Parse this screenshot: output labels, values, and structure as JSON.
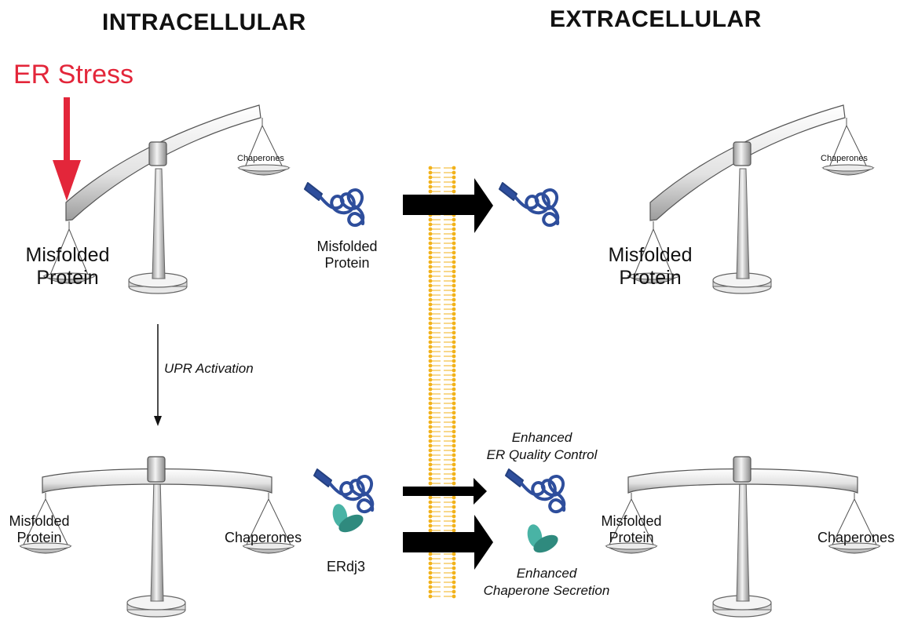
{
  "headers": {
    "left": "INTRACELLULAR",
    "right": "EXTRACELLULAR"
  },
  "stress": {
    "label": "ER Stress",
    "color": "#e3263a"
  },
  "colors": {
    "protein": "#2e4e9c",
    "erdj3": "#3aa79a",
    "membrane": "#f2b21a",
    "arrow": "#000000",
    "scale": "#c9c9c9"
  },
  "top_left_scale": {
    "light_pan_label": "Chaperones",
    "heavy_pan_label": [
      "Misfolded",
      "Protein"
    ]
  },
  "top_right_scale": {
    "light_pan_label": "Chaperones",
    "heavy_pan_label": [
      "Misfolded",
      "Protein"
    ]
  },
  "bottom_left_scale": {
    "left_pan_label": [
      "Misfolded",
      "Protein"
    ],
    "right_pan_label": "Chaperones"
  },
  "bottom_right_scale": {
    "left_pan_label": [
      "Misfolded",
      "Protein"
    ],
    "right_pan_label": "Chaperones"
  },
  "upr_label": "UPR Activation",
  "misfolded_protein_label": [
    "Misfolded",
    "Protein"
  ],
  "erdj3_label": "ERdj3",
  "quality_control_label": [
    "Enhanced",
    "ER Quality Control"
  ],
  "chaperone_secretion_label": [
    "Enhanced",
    "Chaperone Secretion"
  ],
  "icons": [
    "misfolded-protein-icon",
    "erdj3-protein-icon",
    "balance-scale-icon",
    "cell-membrane-icon"
  ]
}
